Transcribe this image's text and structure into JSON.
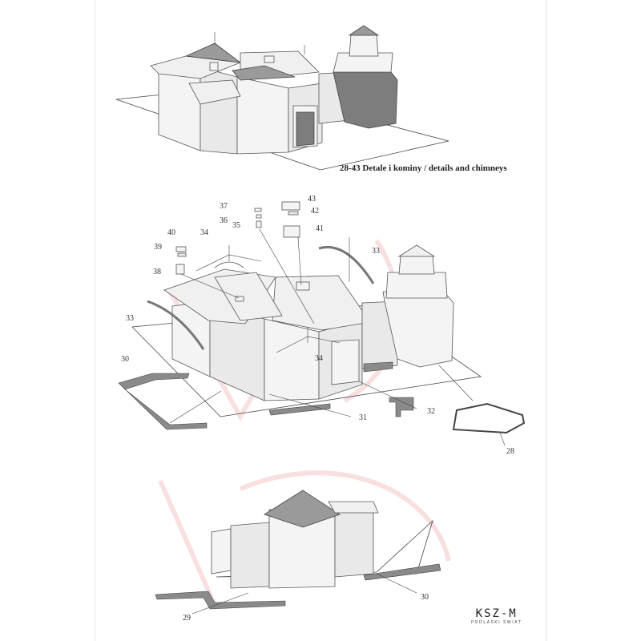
{
  "caption": "28-43 Detale i kominy / details and chimneys",
  "labels": {
    "l43": "43",
    "l42": "42",
    "l41": "41",
    "l37": "37",
    "l36": "36",
    "l35": "35",
    "l40": "40",
    "l39": "39",
    "l38": "38",
    "l34a": "34",
    "l34b": "34",
    "l33a": "33",
    "l33b": "33",
    "l30a": "30",
    "l30b": "30",
    "l31": "31",
    "l32": "32",
    "l28": "28",
    "l29": "29"
  },
  "logo": {
    "mark": "KSZ-M",
    "sub": "PODLASKI ŚWIAT"
  },
  "colors": {
    "roof_dark": "#9a9a9a",
    "strip": "#8a8a8a",
    "watermark": "#f2c6c6"
  }
}
